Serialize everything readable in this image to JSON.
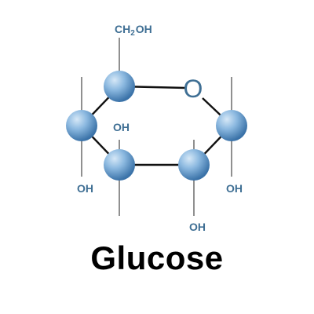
{
  "title": "Glucose",
  "labels": {
    "ch2oh_main": "CH",
    "ch2oh_sub": "2",
    "ch2oh_tail": "OH",
    "ring_oxygen": "O",
    "oh_c3": "OH",
    "oh_c4": "OH",
    "oh_c2": "OH",
    "oh_c1": "OH"
  },
  "colors": {
    "atom_light": "#cfe3f5",
    "atom_mid": "#7fb0db",
    "atom_dark": "#3f78ad",
    "bond": "#111111",
    "text": "#3f6f94"
  }
}
